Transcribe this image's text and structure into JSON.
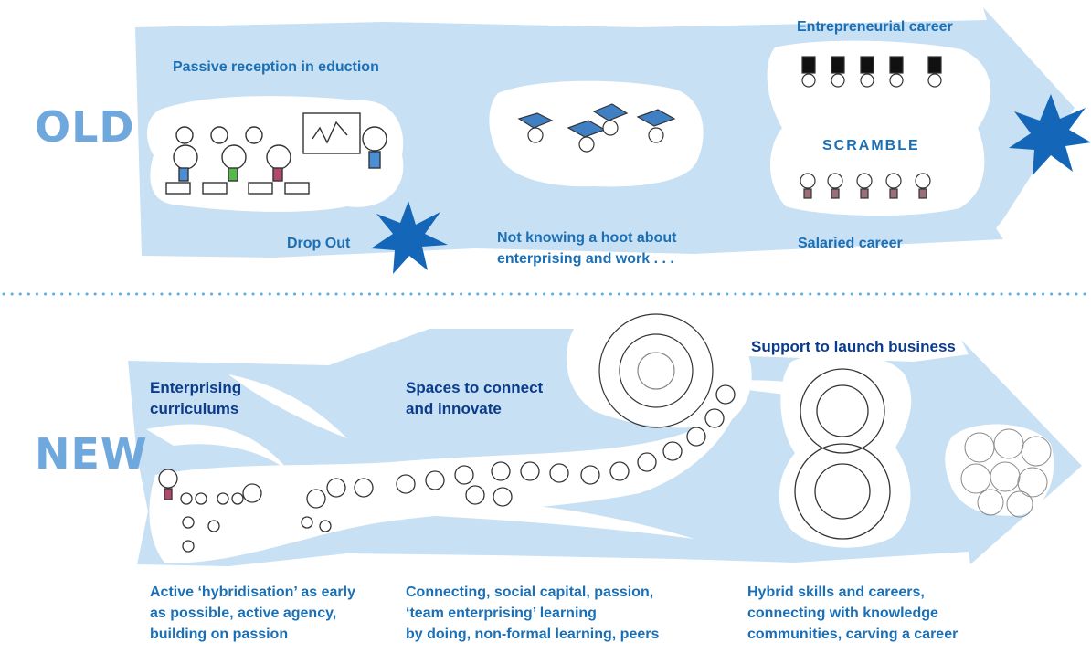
{
  "old": {
    "label": "OLD",
    "passive": "Passive reception in eduction",
    "entrepreneurial": "Entrepreneurial career",
    "scramble": "SCRAMBLE",
    "dropout": "Drop Out",
    "not_knowing_1": "Not knowing a hoot about",
    "not_knowing_2": "enterprising and work . . .",
    "salaried": "Salaried career"
  },
  "new": {
    "label": "NEW",
    "enterprising_1": "Enterprising",
    "enterprising_2": "curriculums",
    "spaces_1": "Spaces to connect",
    "spaces_2": "and innovate",
    "support": "Support to launch business",
    "active_1": "Active ‘hybridisation’ as early",
    "active_2": "as possible, active agency,",
    "active_3": "building on passion",
    "connecting_1": "Connecting, social capital, passion,",
    "connecting_2": "‘team enterprising’ learning",
    "connecting_3": "by doing, non-formal learning, peers",
    "hybrid_1": "Hybrid skills and careers,",
    "hybrid_2": "connecting with knowledge",
    "hybrid_3": "communities, carving a career"
  },
  "colors": {
    "arrow": "#c8e0f4",
    "star": "#1467b8",
    "label": "#6fa8dc",
    "caption": "#1b6fb5",
    "heading": "#0b3c8c"
  }
}
